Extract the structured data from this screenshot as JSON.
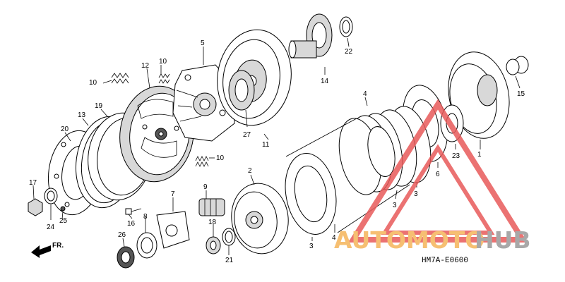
{
  "diagram": {
    "code": "HM7A-E0600",
    "front_arrow": "FR.",
    "watermark": {
      "part1": "AUTOMOTO",
      "part2": "HUB",
      "color1": "#f5b55a",
      "color2": "#9a9a9a",
      "triangle_color": "#e85a5a"
    },
    "callouts": [
      {
        "id": "c1",
        "text": "1"
      },
      {
        "id": "c2",
        "text": "2"
      },
      {
        "id": "c3a",
        "text": "3"
      },
      {
        "id": "c3b",
        "text": "3"
      },
      {
        "id": "c3c",
        "text": "3"
      },
      {
        "id": "c4a",
        "text": "4"
      },
      {
        "id": "c4b",
        "text": "4"
      },
      {
        "id": "c5",
        "text": "5"
      },
      {
        "id": "c6",
        "text": "6"
      },
      {
        "id": "c7",
        "text": "7"
      },
      {
        "id": "c8",
        "text": "8"
      },
      {
        "id": "c9",
        "text": "9"
      },
      {
        "id": "c10a",
        "text": "10"
      },
      {
        "id": "c10b",
        "text": "10"
      },
      {
        "id": "c10c",
        "text": "10"
      },
      {
        "id": "c11",
        "text": "11"
      },
      {
        "id": "c12",
        "text": "12"
      },
      {
        "id": "c13",
        "text": "13"
      },
      {
        "id": "c14",
        "text": "14"
      },
      {
        "id": "c15",
        "text": "15"
      },
      {
        "id": "c16",
        "text": "16"
      },
      {
        "id": "c17",
        "text": "17"
      },
      {
        "id": "c18",
        "text": "18"
      },
      {
        "id": "c19",
        "text": "19"
      },
      {
        "id": "c20",
        "text": "20"
      },
      {
        "id": "c21",
        "text": "21"
      },
      {
        "id": "c22",
        "text": "22"
      },
      {
        "id": "c23",
        "text": "23"
      },
      {
        "id": "c24",
        "text": "24"
      },
      {
        "id": "c25",
        "text": "25"
      },
      {
        "id": "c26",
        "text": "26"
      },
      {
        "id": "c27",
        "text": "27"
      }
    ]
  }
}
